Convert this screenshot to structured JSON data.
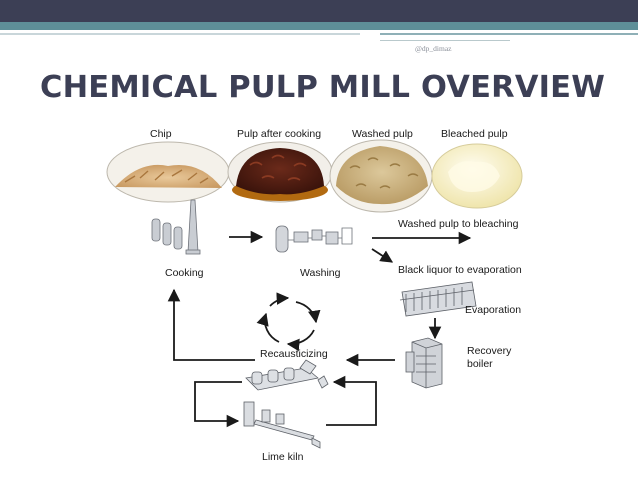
{
  "slide": {
    "credit": "@dp_dimaz",
    "title": "CHEMICAL PULP MILL OVERVIEW"
  },
  "diagram": {
    "samples": {
      "chip": "Chip",
      "pulp_after_cooking": "Pulp after cooking",
      "washed_pulp": "Washed pulp",
      "bleached_pulp": "Bleached pulp"
    },
    "stages": {
      "cooking": "Cooking",
      "washing": "Washing",
      "evaporation": "Evaporation",
      "recovery_boiler_line1": "Recovery",
      "recovery_boiler_line2": "boiler",
      "recausticizing": "Recausticizing",
      "lime_kiln": "Lime kiln"
    },
    "flows": {
      "to_bleaching": "Washed pulp to bleaching",
      "to_evaporation": "Black liquor to evaporation"
    }
  },
  "colors": {
    "top_bar": "#3c3f55",
    "teal_bar": "#5e8f98",
    "title": "#3c3f55"
  }
}
